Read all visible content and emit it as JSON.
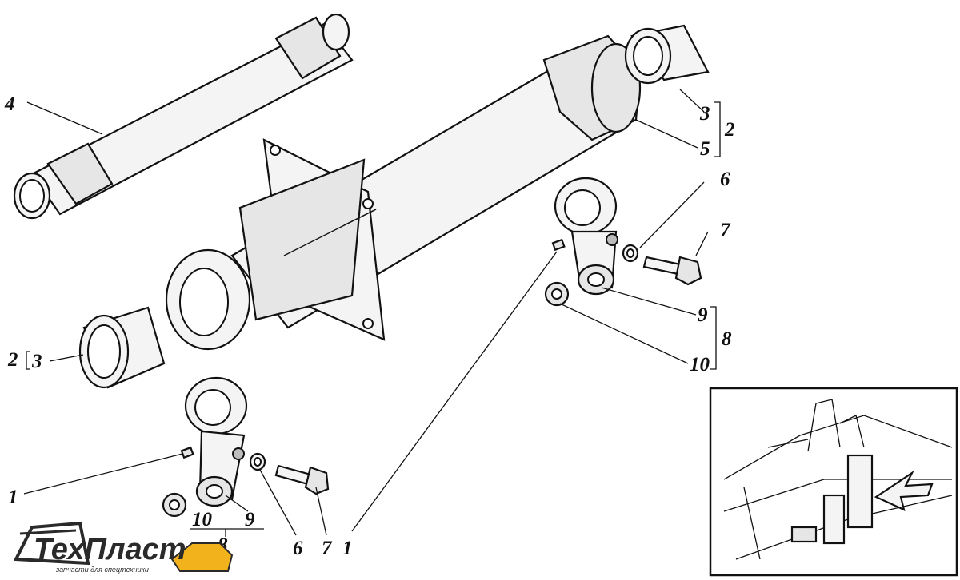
{
  "diagram": {
    "labels": {
      "part_4": "4",
      "part_3_top": "3",
      "part_5_top": "5",
      "group_2_top": "2",
      "part_6_right": "6",
      "part_7_right": "7",
      "part_9_right": "9",
      "part_10_right": "10",
      "group_8_right": "8",
      "group_2_left": "2",
      "part_3_left": "3",
      "part_1_left": "1",
      "part_10_bottom": "10",
      "part_9_bottom": "9",
      "group_8_bottom": "8",
      "part_6_bottom": "6",
      "part_7_bottom": "7",
      "part_1_bottom": "1"
    }
  },
  "logo": {
    "brand": "ТехПласт",
    "tagline": "запчасти для спецтехники",
    "accent_color": "#f2b21c"
  },
  "colors": {
    "ink": "#111111",
    "paper": "#ffffff"
  }
}
